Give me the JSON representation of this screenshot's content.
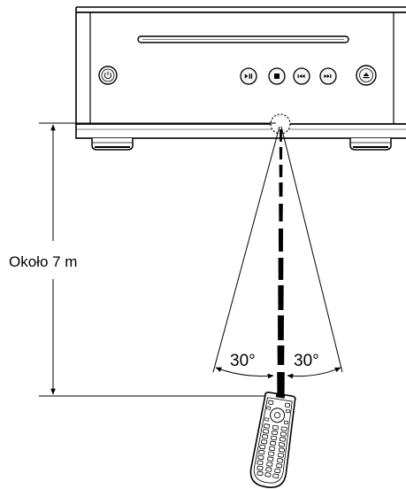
{
  "labels": {
    "distance": "Około 7 m",
    "angle_left": "30°",
    "angle_right": "30°"
  },
  "colors": {
    "line": "#000000",
    "background": "#ffffff",
    "device_front": "#ffffff",
    "button_fill": "#f4f4f4"
  },
  "icons": {
    "power": "power-icon",
    "play_pause": "play-pause-icon",
    "stop": "stop-icon",
    "skip_back": "skip-back-icon",
    "skip_forward": "skip-forward-icon",
    "eject": "eject-icon"
  },
  "chart_data": {
    "type": "diagram",
    "distance_label": "Około 7 m",
    "angles": [
      "30°",
      "30°"
    ]
  }
}
